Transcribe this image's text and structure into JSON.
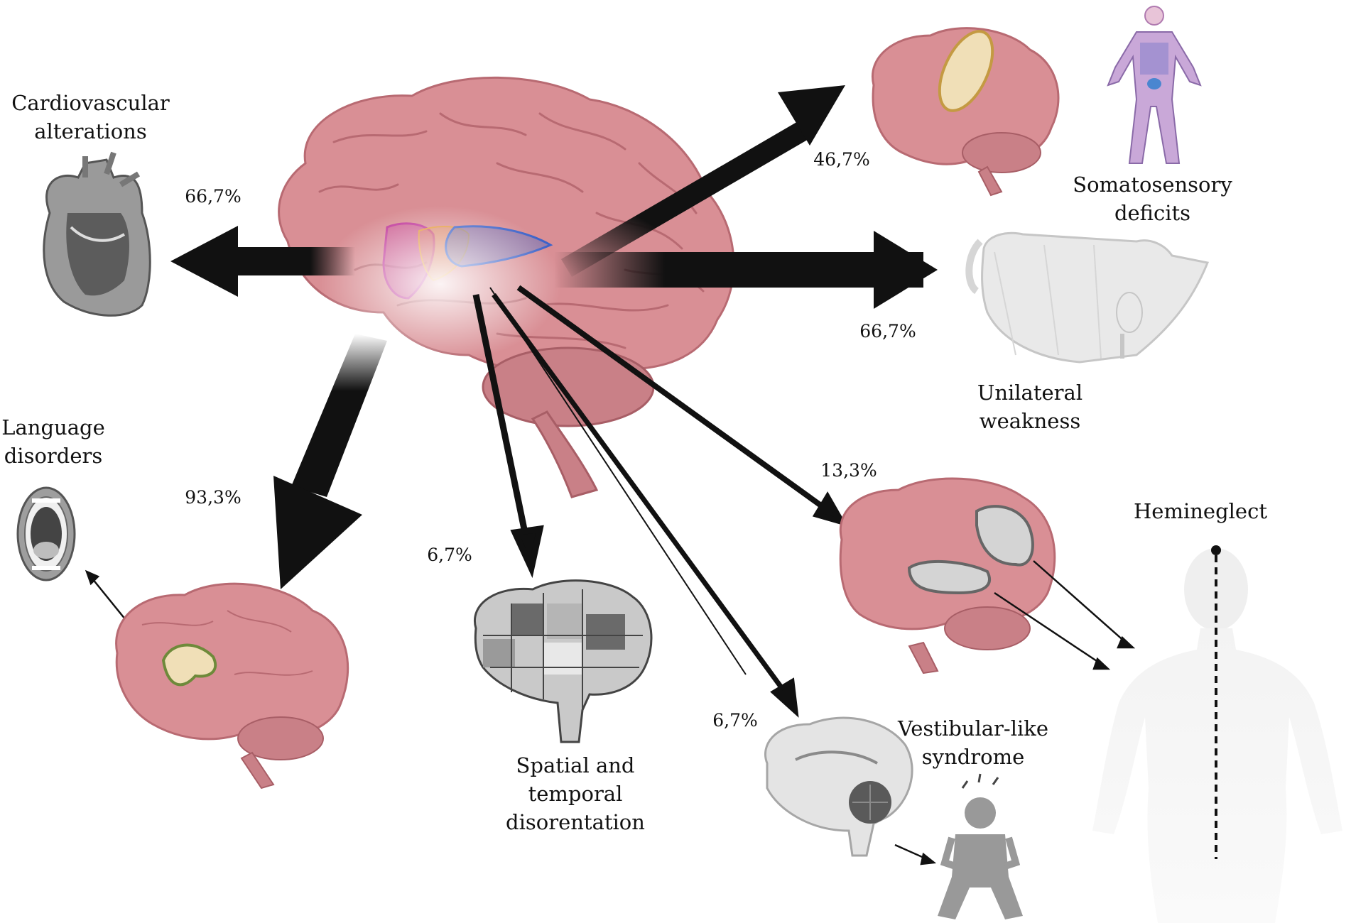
{
  "labels": {
    "cardiovascular": [
      "Cardiovascular",
      "alterations"
    ],
    "somatosensory": [
      "Somatosensory",
      "deficits"
    ],
    "unilateral": [
      "Unilateral",
      "weakness"
    ],
    "language": [
      "Language",
      "disorders"
    ],
    "hemineglect": "Hemineglect",
    "spatial": [
      "Spatial and",
      "temporal",
      "disorentation"
    ],
    "vestibular": [
      "Vestibular-like",
      "syndrome"
    ]
  },
  "percentages": {
    "cardiovascular": "66,7%",
    "somatosensory": "46,7%",
    "unilateral": "66,7%",
    "language": "93,3%",
    "hemineglect": "13,3%",
    "spatial": "6,7%",
    "vestibular": "6,7%"
  },
  "colors": {
    "brain": "#d98f95",
    "brain_dark": "#b86a72",
    "cerebellum": "#c98087",
    "arrow": "#111111",
    "insula_magenta": "#c0389a",
    "insula_orange": "#e39a3a",
    "insula_blue": "#3d63c9",
    "region_beige": "#f0dfb7",
    "region_gray": "#d4d4d4",
    "silhouette": "#eeeeee",
    "icon_gray": "#8f8f8f"
  },
  "icons": [
    "brain-icon",
    "heart-icon",
    "mouth-icon",
    "puzzle-brain-icon",
    "sagittal-brain-icon",
    "dizzy-person-icon",
    "homunculus-icon",
    "motor-homunculus-icon",
    "body-silhouette-icon"
  ]
}
